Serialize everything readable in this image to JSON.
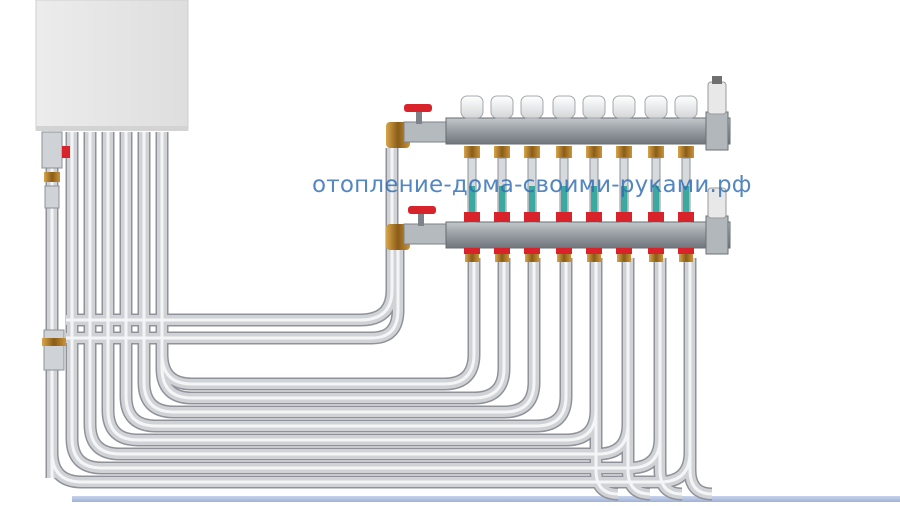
{
  "watermark": {
    "text": "отопление-дома-своими-руками.рф",
    "color": "#2f6db4"
  },
  "diagram": {
    "boiler_color": "#e6e6e6",
    "pipe_color": "#d0d2d6",
    "manifold_color": "#9aa0a6",
    "valve_handle_color": "#d8232a",
    "flow_meter_color": "#3aa9a0",
    "fitting_color": "#b8862b",
    "floor_line_color": "#b7c6e2",
    "manifold_loop_count": 8,
    "boiler_riser_count": 7
  }
}
